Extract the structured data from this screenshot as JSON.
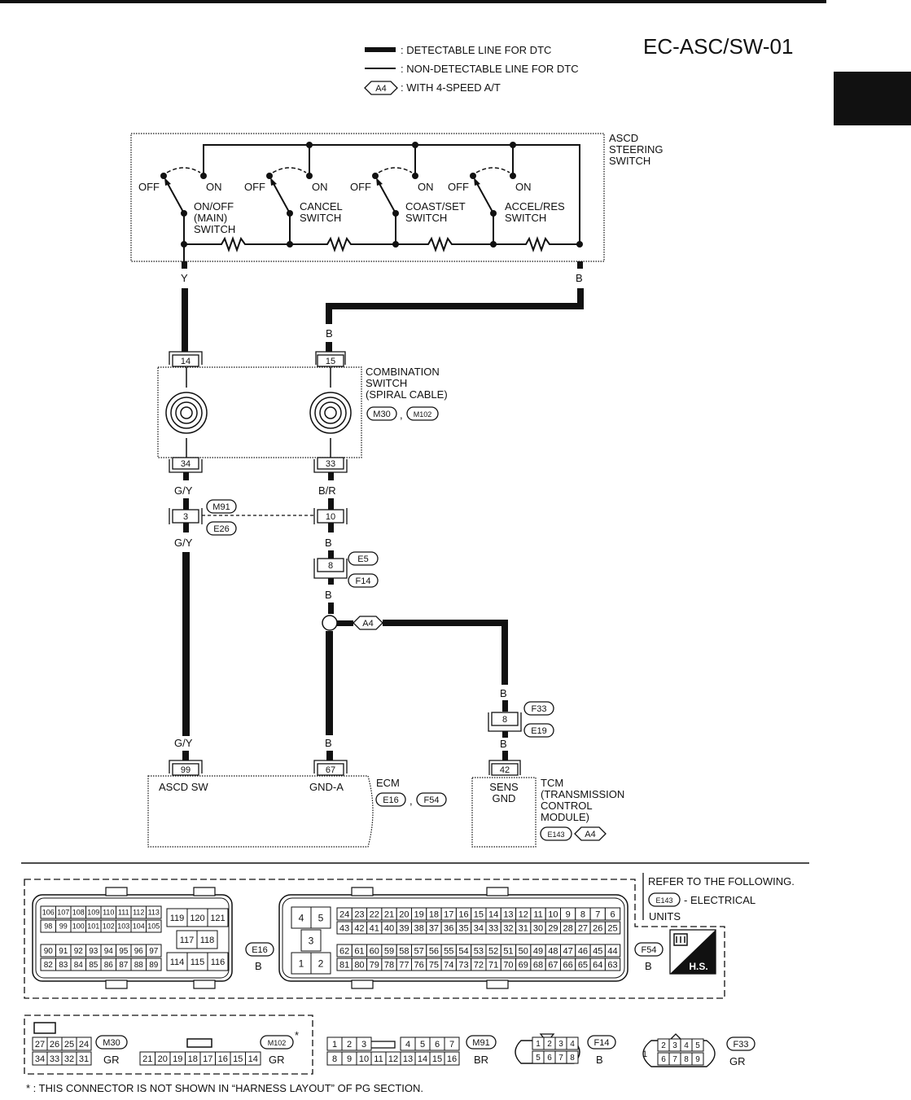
{
  "page": {
    "title": "EC-ASC/SW-01",
    "tab_color": "#111111"
  },
  "legend": {
    "detectable": ": DETECTABLE LINE FOR DTC",
    "nondetectable": ": NON-DETECTABLE LINE FOR DTC",
    "a4_badge": "A4",
    "a4_text": ": WITH 4-SPEED A/T"
  },
  "steering": {
    "name_lines": [
      "ASCD",
      "STEERING",
      "SWITCH"
    ],
    "off": "OFF",
    "on": "ON",
    "switches": [
      {
        "lines": [
          "ON/OFF",
          "(MAIN)",
          "SWITCH"
        ]
      },
      {
        "lines": [
          "CANCEL",
          "SWITCH"
        ]
      },
      {
        "lines": [
          "COAST/SET",
          "SWITCH"
        ]
      },
      {
        "lines": [
          "ACCEL/RES",
          "SWITCH"
        ]
      }
    ]
  },
  "wires": {
    "y": "Y",
    "b": "B",
    "gy": "G/Y",
    "br": "B/R"
  },
  "combination": {
    "name_lines": [
      "COMBINATION",
      "SWITCH",
      "(SPIRAL CABLE)"
    ],
    "conn1": "M30",
    "sep": ",",
    "conn2": "M102",
    "pins_top": [
      "14",
      "15"
    ],
    "pins_bottom": [
      "34",
      "33"
    ]
  },
  "joint": {
    "pin_left": "3",
    "pin_right": "10",
    "conn1": "M91",
    "conn2": "E26"
  },
  "joint2": {
    "pin": "8",
    "conn1": "E5",
    "conn2": "F14"
  },
  "branch": {
    "badge": "A4"
  },
  "joint3": {
    "pin": "8",
    "conn1": "F33",
    "conn2": "E19"
  },
  "ecm": {
    "name": "ECM",
    "conn1": "E16",
    "sep": ",",
    "conn2": "F54",
    "pin_left": "99",
    "pin_right": "67",
    "label_left": "ASCD SW",
    "label_right": "GND-A"
  },
  "tcm": {
    "pin": "42",
    "label_lines": [
      "SENS",
      "GND"
    ],
    "name_lines": [
      "TCM",
      "(TRANSMISSION",
      "CONTROL",
      "MODULE)"
    ],
    "conn": "E143",
    "badge": "A4"
  },
  "refer": {
    "text": "REFER TO THE FOLLOWING.",
    "conn": "E143",
    "elec": "- ELECTRICAL",
    "units": "UNITS",
    "hs": "H.S."
  },
  "conn_e16": {
    "row1": [
      "106",
      "107",
      "108",
      "109",
      "110",
      "111",
      "112",
      "113"
    ],
    "row2": [
      "98",
      "99",
      "100",
      "101",
      "102",
      "103",
      "104",
      "105"
    ],
    "row3": [
      "90",
      "91",
      "92",
      "93",
      "94",
      "95",
      "96",
      "97"
    ],
    "row4": [
      "82",
      "83",
      "84",
      "85",
      "86",
      "87",
      "88",
      "89"
    ],
    "mid_top": [
      "119",
      "120",
      "121"
    ],
    "mid_center": [
      "117",
      "118"
    ],
    "mid_bottom": [
      "114",
      "115",
      "116"
    ],
    "label": "E16",
    "color": "B"
  },
  "conn_f54": {
    "left_top": [
      "4",
      "5"
    ],
    "left_center": "3",
    "left_bottom": [
      "1",
      "2"
    ],
    "row1": [
      "24",
      "23",
      "22",
      "21",
      "20",
      "19",
      "18",
      "17",
      "16",
      "15",
      "14",
      "13",
      "12",
      "11",
      "10",
      "9",
      "8",
      "7",
      "6"
    ],
    "row2": [
      "43",
      "42",
      "41",
      "40",
      "39",
      "38",
      "37",
      "36",
      "35",
      "34",
      "33",
      "32",
      "31",
      "30",
      "29",
      "28",
      "27",
      "26",
      "25"
    ],
    "row3": [
      "62",
      "61",
      "60",
      "59",
      "58",
      "57",
      "56",
      "55",
      "54",
      "53",
      "52",
      "51",
      "50",
      "49",
      "48",
      "47",
      "46",
      "45",
      "44"
    ],
    "row4": [
      "81",
      "80",
      "79",
      "78",
      "77",
      "76",
      "75",
      "74",
      "73",
      "72",
      "71",
      "70",
      "69",
      "68",
      "67",
      "66",
      "65",
      "64",
      "63"
    ],
    "label": "F54",
    "color": "B"
  },
  "conn_m30": {
    "row1": [
      "27",
      "26",
      "25",
      "24"
    ],
    "row2": [
      "34",
      "33",
      "32",
      "31"
    ],
    "label": "M30",
    "color": "GR"
  },
  "conn_m102": {
    "row": [
      "21",
      "20",
      "19",
      "18",
      "17",
      "16",
      "15",
      "14"
    ],
    "label": "M102",
    "color": "GR",
    "star": "*"
  },
  "conn_m91": {
    "row1a": [
      "1",
      "2",
      "3"
    ],
    "row1b": [
      "4",
      "5",
      "6",
      "7"
    ],
    "row2": [
      "8",
      "9",
      "10",
      "11",
      "12",
      "13",
      "14",
      "15",
      "16"
    ],
    "label": "M91",
    "color": "BR"
  },
  "conn_f14": {
    "row1": [
      "1",
      "2",
      "3",
      "4"
    ],
    "row2": [
      "5",
      "6",
      "7",
      "8"
    ],
    "label": "F14",
    "color": "B"
  },
  "conn_f33": {
    "side": "1",
    "row1": [
      "2",
      "3",
      "4",
      "5"
    ],
    "row2": [
      "6",
      "7",
      "8",
      "9"
    ],
    "label": "F33",
    "color": "GR"
  },
  "footnote": "* : THIS CONNECTOR IS NOT SHOWN IN “HARNESS LAYOUT” OF PG SECTION."
}
